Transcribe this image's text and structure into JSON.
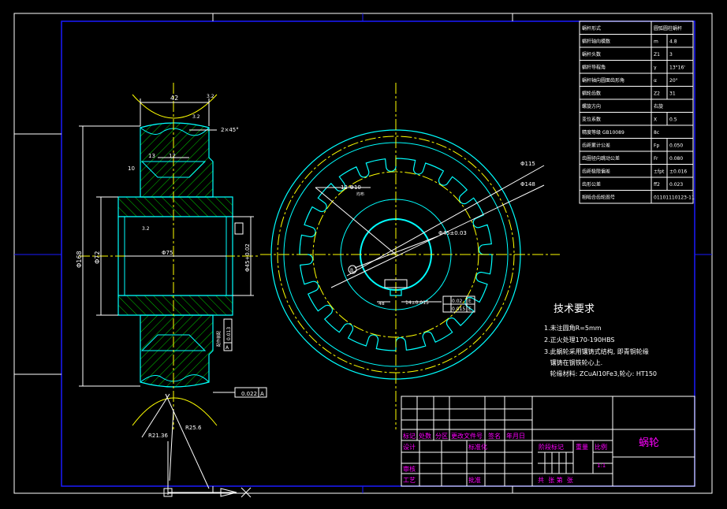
{
  "colors": {
    "background": "#000000",
    "frame": "#ffffff",
    "border": "#1a1aff",
    "outline": "#00ffff",
    "hatch": "#00cc00",
    "center": "#ffff00",
    "dim": "#ffffff",
    "title_text": "#ff00ff",
    "datum_red": "#ff3333"
  },
  "param_table": {
    "rows": [
      {
        "name": "蜗杆形式",
        "sym": "",
        "val": "圆弧圆柱蜗杆"
      },
      {
        "name": "蜗杆轴向模数",
        "sym": "m",
        "val": "4.8"
      },
      {
        "name": "蜗杆头数",
        "sym": "Z1",
        "val": "3"
      },
      {
        "name": "蜗杆导程角",
        "sym": "γ",
        "val": "13°16'"
      },
      {
        "name": "蜗杆轴向圆面齿形角",
        "sym": "α",
        "val": "20°"
      },
      {
        "name": "蜗轮齿数",
        "sym": "Z2",
        "val": "31"
      },
      {
        "name": "螺旋方向",
        "sym": "",
        "val": "右旋"
      },
      {
        "name": "变位系数",
        "sym": "X",
        "val": "0.5"
      },
      {
        "name": "精度等级  GB10089",
        "sym": "",
        "val": "8c"
      },
      {
        "name": "齿距累计公差",
        "sym": "Fp",
        "val": "0.050"
      },
      {
        "name": "齿圈径向跳动公差",
        "sym": "Fr",
        "val": "0.080"
      },
      {
        "name": "齿距极限偏差",
        "sym": "±fpt",
        "val": "±0.016"
      },
      {
        "name": "齿形公差",
        "sym": "ff2",
        "val": "0.023"
      },
      {
        "name": "相啮合齿轮图号",
        "sym": "",
        "val": "01101110123-11"
      }
    ]
  },
  "section_view": {
    "dims": {
      "width_top": "42",
      "chamfer": "2×45°",
      "roughness_top": "3.2",
      "roughness_face": "3.2",
      "dim_10": "10",
      "dim_13": "13",
      "dim_12": "12",
      "outer_dia": "Φ168",
      "hub_dia": "Φ72",
      "bore_len": "Φ75",
      "bore_dia": "Φ45+0.02",
      "r_outer": "R21.36",
      "r_inner": "R25.6",
      "tol_frame_1": "0.013",
      "tol_frame_1_datum": "A",
      "tol_frame_2": "0.022",
      "tol_frame_2_datum": "A",
      "roughness_hub": "3.2",
      "side_note": "配作装配"
    }
  },
  "front_view": {
    "dims": {
      "dia_115": "Φ115",
      "dia_148": "Φ148",
      "holes": "12-Φ10",
      "holes_sub": "均布",
      "bore": "Φ45±0.03",
      "keyway": "14±0.015",
      "datum_b": "B",
      "tol_a": "0.02",
      "tol_a_datum": "E",
      "tol_b": "0.015",
      "tol_b_datum": "E",
      "dim_48": "48"
    }
  },
  "tech_req": {
    "title": "技术要求",
    "lines": [
      "1.未注圆角R=5mm",
      "2.正火处理170-190HBS",
      "3.此蜗轮采用镶铸式结构, 即青铜轮缘",
      "   镶铸在钢铁轮心上.",
      "   轮缘材料: ZCuAl10Fe3,轮心: HT150"
    ]
  },
  "title_block": {
    "name": "蜗轮",
    "labels": {
      "mark": "标记",
      "count": "处数",
      "zone": "分区",
      "doc": "更改文件号",
      "sign": "签名",
      "date": "年月日",
      "design": "设计",
      "standard": "标准化",
      "stage": "阶段标记",
      "weight": "重量",
      "scale": "比例",
      "check": "审核",
      "process": "工艺",
      "approve": "批准",
      "sheets": "共  张 第  张",
      "scale_val": "1:1"
    }
  }
}
